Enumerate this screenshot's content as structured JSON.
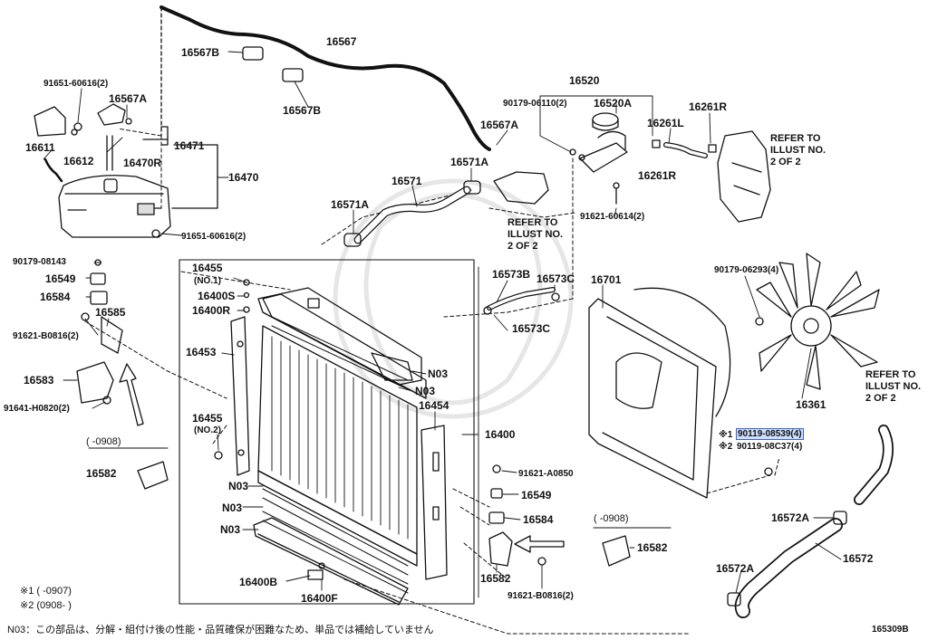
{
  "parts": [
    {
      "id": "p16567",
      "label": "16567"
    },
    {
      "id": "p16567b_1",
      "label": "16567B"
    },
    {
      "id": "p16567b_2",
      "label": "16567B"
    },
    {
      "id": "p91651_top",
      "label": "91651-60616(2)"
    },
    {
      "id": "p16567a_1",
      "label": "16567A"
    },
    {
      "id": "p16611",
      "label": "16611"
    },
    {
      "id": "p16612",
      "label": "16612"
    },
    {
      "id": "p16471",
      "label": "16471"
    },
    {
      "id": "p16470r",
      "label": "16470R"
    },
    {
      "id": "p16470",
      "label": "16470"
    },
    {
      "id": "p91651_bot",
      "label": "91651-60616(2)"
    },
    {
      "id": "p16520",
      "label": "16520"
    },
    {
      "id": "p90179_06110",
      "label": "90179-06110(2)"
    },
    {
      "id": "p16520a",
      "label": "16520A"
    },
    {
      "id": "p16567a_2",
      "label": "16567A"
    },
    {
      "id": "p16261l",
      "label": "16261L"
    },
    {
      "id": "p16261r_1",
      "label": "16261R"
    },
    {
      "id": "p16261r_2",
      "label": "16261R"
    },
    {
      "id": "p16571a_1",
      "label": "16571A"
    },
    {
      "id": "p16571",
      "label": "16571"
    },
    {
      "id": "p16571a_2",
      "label": "16571A"
    },
    {
      "id": "p91621_60614",
      "label": "91621-60614(2)"
    },
    {
      "id": "p90179_08143",
      "label": "90179-08143"
    },
    {
      "id": "p16549_1",
      "label": "16549"
    },
    {
      "id": "p16584_1",
      "label": "16584"
    },
    {
      "id": "p16585",
      "label": "16585"
    },
    {
      "id": "p91621_b0816_1",
      "label": "91621-B0816(2)"
    },
    {
      "id": "p16583",
      "label": "16583"
    },
    {
      "id": "p91641_h0820",
      "label": "91641-H0820(2)"
    },
    {
      "id": "p16582_1",
      "label": "16582"
    },
    {
      "id": "p16455_1",
      "label": "16455"
    },
    {
      "id": "p16400s",
      "label": "16400S"
    },
    {
      "id": "p16400r",
      "label": "16400R"
    },
    {
      "id": "p16453",
      "label": "16453"
    },
    {
      "id": "p16455_2",
      "label": "16455"
    },
    {
      "id": "p16573b",
      "label": "16573B"
    },
    {
      "id": "p16573c_1",
      "label": "16573C"
    },
    {
      "id": "p16573c_2",
      "label": "16573C"
    },
    {
      "id": "p16701",
      "label": "16701"
    },
    {
      "id": "p90179_06293",
      "label": "90179-06293(4)"
    },
    {
      "id": "p16361",
      "label": "16361"
    },
    {
      "id": "p_n03_1",
      "label": "N03"
    },
    {
      "id": "p_n03_2",
      "label": "N03"
    },
    {
      "id": "p16454",
      "label": "16454"
    },
    {
      "id": "p16400",
      "label": "16400"
    },
    {
      "id": "p91621_a0850",
      "label": "91621-A0850"
    },
    {
      "id": "p16549_2",
      "label": "16549"
    },
    {
      "id": "p16584_2",
      "label": "16584"
    },
    {
      "id": "p16582_2",
      "label": "16582"
    },
    {
      "id": "p_n03_3",
      "label": "N03"
    },
    {
      "id": "p_n03_4",
      "label": "N03"
    },
    {
      "id": "p_n03_5",
      "label": "N03"
    },
    {
      "id": "p16582_3",
      "label": "16582"
    },
    {
      "id": "p91621_b0816_2",
      "label": "91621-B0816(2)"
    },
    {
      "id": "p16400b",
      "label": "16400B"
    },
    {
      "id": "p16400f",
      "label": "16400F"
    },
    {
      "id": "p16572a_1",
      "label": "16572A"
    },
    {
      "id": "p16572",
      "label": "16572"
    },
    {
      "id": "p16572a_2",
      "label": "16572A"
    }
  ],
  "sublabels": {
    "no1": "(NO.1)",
    "no2": "(NO.2)"
  },
  "refer": {
    "text": "REFER TO\nILLUST NO.\n2 OF 2"
  },
  "bolt_variants": {
    "v1_mark": "※1",
    "v1_part": "90119-08539(4)",
    "v2_mark": "※2",
    "v2_part": "90119-08C37(4)"
  },
  "date_ranges": {
    "left_bracket": "(      -0908)",
    "right_bracket": "(      -0908)"
  },
  "footnotes": {
    "f1": "※1 (      -0907)",
    "f2": "※2 (0908-      )",
    "n03_note": "N03：この部品は、分解・組付け後の性能・品質確保が困難なため、単品では補給していません"
  },
  "illustration_no": "165309B",
  "colors": {
    "line": "#111111",
    "highlight_fill": "#cfe0ff",
    "highlight_border": "#3a64c8"
  }
}
